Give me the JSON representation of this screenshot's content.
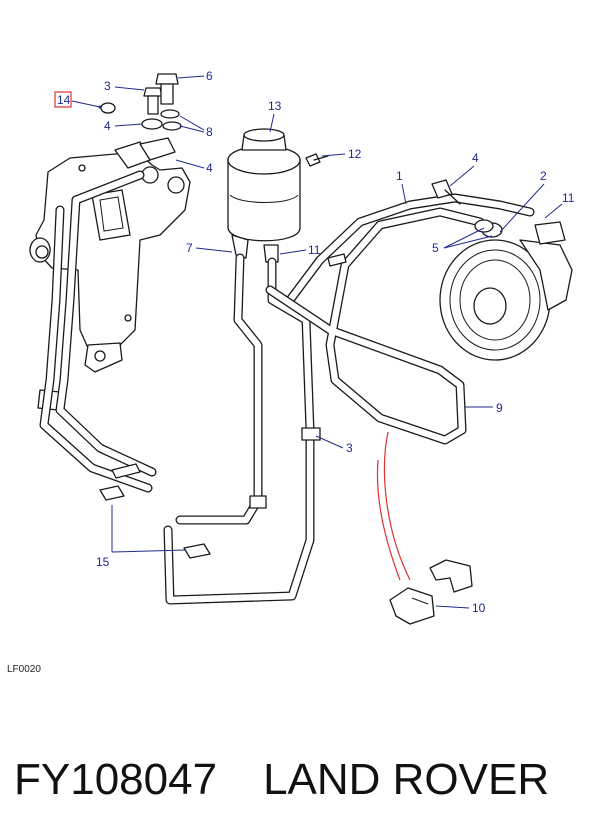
{
  "diagram": {
    "reference_code": "LF0020",
    "callouts": [
      "1",
      "2",
      "3",
      "3",
      "4",
      "4",
      "4",
      "5",
      "6",
      "7",
      "8",
      "9",
      "10",
      "11",
      "11",
      "12",
      "13",
      "14",
      "15"
    ]
  },
  "footer": {
    "part_number": "FY108047",
    "brand": "LAND ROVER"
  }
}
